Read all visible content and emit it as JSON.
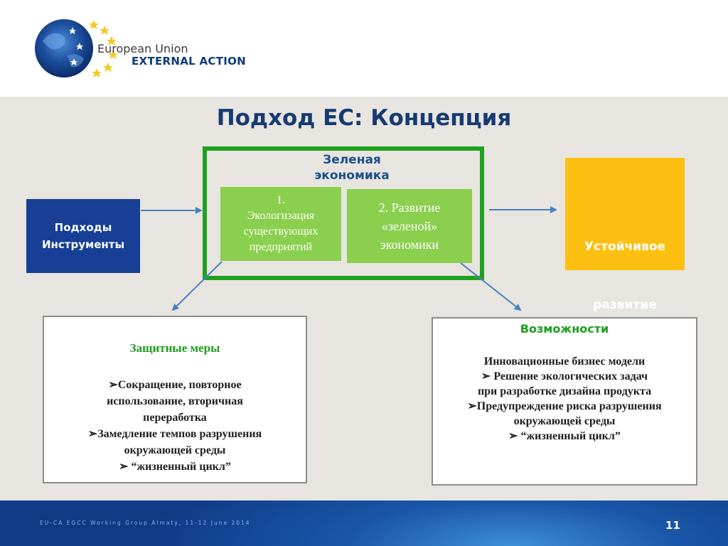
{
  "header": {
    "logo_line1": "European Union",
    "logo_line2": "EXTERNAL ACTION"
  },
  "slide": {
    "title": "Подход ЕС: Концепция",
    "green_economy_label": [
      "Зеленая",
      "экономика"
    ],
    "box1_lines": [
      "1.",
      "Экологизация",
      "существующих",
      "предприятий"
    ],
    "box2_lines": [
      "2. Развитие",
      "«зеленой»",
      "экономики"
    ],
    "approaches_lines": [
      "Подходы",
      "Инструменты"
    ],
    "sustainable_lines": [
      "Устойчивое",
      "развитие"
    ]
  },
  "left_panel": {
    "title": "Защитные меры",
    "lines": [
      "➢Сокращение, повторное",
      "использование, вторичная",
      "переработка",
      "➢Замедление темпов разрушения",
      "окружающей среды",
      "➢ “жизненный цикл”"
    ]
  },
  "right_panel": {
    "title": "Возможности",
    "lines": [
      "Инновационные бизнес модели",
      "➢ Решение экологических задач",
      "при разработке дизайна продукта",
      "➢Предупреждение риска разрушения",
      "окружающей среды",
      "➢ “жизненный цикл”"
    ]
  },
  "footer": {
    "text": "EU-CA EGCC Working Group Almaty, 11-12 June 2014",
    "page": "11"
  },
  "colors": {
    "title": "#163a72",
    "green_frame": "#1ea21e",
    "green_box": "#8bcf4e",
    "blue_box": "#163f95",
    "yellow_box": "#fdbf10",
    "arrow": "#4a7fc1"
  }
}
